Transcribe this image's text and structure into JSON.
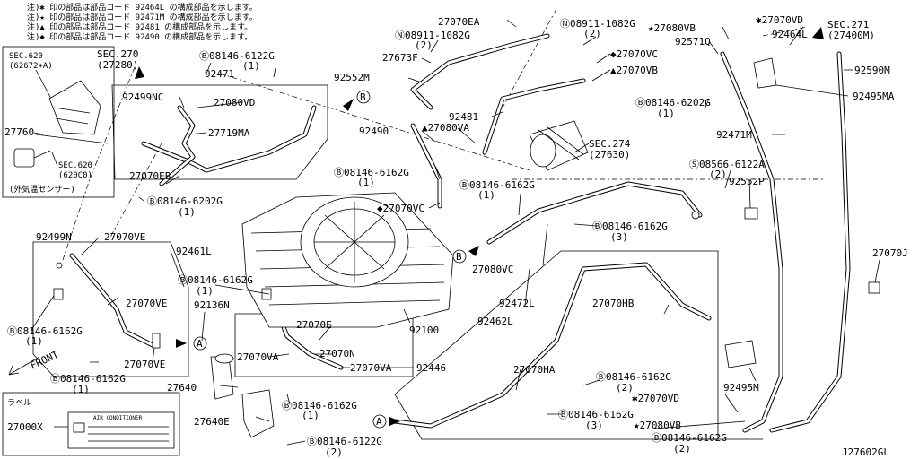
{
  "notes": [
    "注)✱ 印の部品は部品コード 92464L の構成部品を示します。",
    "注)★ 印の部品は部品コード 92471M の構成部品を示します。",
    "注)▲ 印の部品は部品コード 92481 の構成部品を示します。",
    "注)◆ 印の部品は部品コード 92490 の構成部品を示します。"
  ],
  "inset": {
    "sec620a_l1": "SEC.620",
    "sec620a_l2": "(62672+A)",
    "part": "27760",
    "sec620b_l1": "SEC.620",
    "sec620b_l2": "(620C0)",
    "caption": "(外気温センサー)"
  },
  "label_box": {
    "title": "ラベル",
    "part": "27000X",
    "sticker_header": "AIR CONDITIONER"
  },
  "front": "FRONT",
  "drawing_number": "J27602GL",
  "labels": {
    "sec270_l1": "SEC.270",
    "sec270_l2": "(27280)",
    "b8146_6122G_top": "Ⓑ08146-6122G",
    "b8146_6122G_top_qty": "(1)",
    "p92471": "92471",
    "p92499NC": "92499NC",
    "p27080VD": "27080VD",
    "p27719MA": "27719MA",
    "p27070EB": "27070EB",
    "b8146_6202G_left": "Ⓑ08146-6202G",
    "b8146_6202G_left_qty": "(1)",
    "p27070EA": "27070EA",
    "n08911_1082G_a": "Ⓝ08911-1082G",
    "n08911_1082G_a_qty": "(2)",
    "n08911_1082G_b": "Ⓝ08911-1082G",
    "n08911_1082G_b_qty": "(2)",
    "p27673F": "27673F",
    "p92552M": "92552M",
    "p27070VC_top": "◆27070VC",
    "p27070VB_top": "▲27070VB",
    "p92481": "92481",
    "p27080VA": "▲27080VA",
    "p92490": "92490",
    "sec274_l1": "SEC.274",
    "sec274_l2": "(27630)",
    "b8146_6162G_a": "Ⓑ08146-6162G",
    "b8146_6162G_a_qty": "(1)",
    "b8146_6162G_b": "Ⓑ08146-6162G",
    "b8146_6162G_b_qty": "(1)",
    "p27070VC_mid": "◆27070VC",
    "p27080VB_top": "★27080VB",
    "p27070VD_top": "✱27070VD",
    "p92571Q": "92571Q",
    "p92464L": "92464L",
    "sec271_l1": "SEC.271",
    "sec271_l2": "(27400M)",
    "p92590M": "92590M",
    "p92495MA": "92495MA",
    "b8146_6202G_right": "Ⓑ08146-6202G",
    "b8146_6202G_right_qty": "(1)",
    "p92471M": "92471M",
    "s08566_6122A": "Ⓢ08566-6122A",
    "s08566_6122A_qty": "(2)",
    "p92552P": "92552P",
    "b8146_6162G_c": "Ⓑ08146-6162G",
    "b8146_6162G_c_qty": "(3)",
    "p27070J": "27070J",
    "p92499N": "92499N",
    "p27070VE_a": "27070VE",
    "p92461L": "92461L",
    "b8146_6162G_d": "Ⓑ08146-6162G",
    "b8146_6162G_d_qty": "(1)",
    "p27070VE_b": "27070VE",
    "p92136N": "92136N",
    "b8146_6162G_e": "Ⓑ08146-6162G",
    "b8146_6162G_e_qty": "(1)",
    "p27070VE_c": "27070VE",
    "b8146_6162G_f": "Ⓑ08146-6162G",
    "b8146_6162G_f_qty": "(1)",
    "p27080VC": "27080VC",
    "p92472L": "92472L",
    "p92462L": "92462L",
    "p92100": "92100",
    "p27070E": "27070E",
    "p27070N": "27070N",
    "p27070VA_a": "27070VA",
    "p27070VA_b": "27070VA",
    "p92446": "92446",
    "p27640": "27640",
    "p27640E": "27640E",
    "b8146_6162G_g": "Ⓑ08146-6162G",
    "b8146_6162G_g_qty": "(1)",
    "b8146_6122G_bot": "Ⓑ08146-6122G",
    "b8146_6122G_bot_qty": "(2)",
    "p27070HB": "27070HB",
    "p27070HA": "27070HA",
    "b8146_6162G_h": "Ⓑ08146-6162G",
    "b8146_6162G_h_qty": "(2)",
    "b8146_6162G_i": "Ⓑ08146-6162G",
    "b8146_6162G_i_qty": "(3)",
    "p27070VD_bot": "✱27070VD",
    "p27080VB_bot": "★27080VB",
    "b8146_6162G_j": "Ⓑ08146-6162G",
    "b8146_6162G_j_qty": "(2)",
    "p92495M": "92495M"
  },
  "markers": {
    "A": "A",
    "B": "B"
  }
}
